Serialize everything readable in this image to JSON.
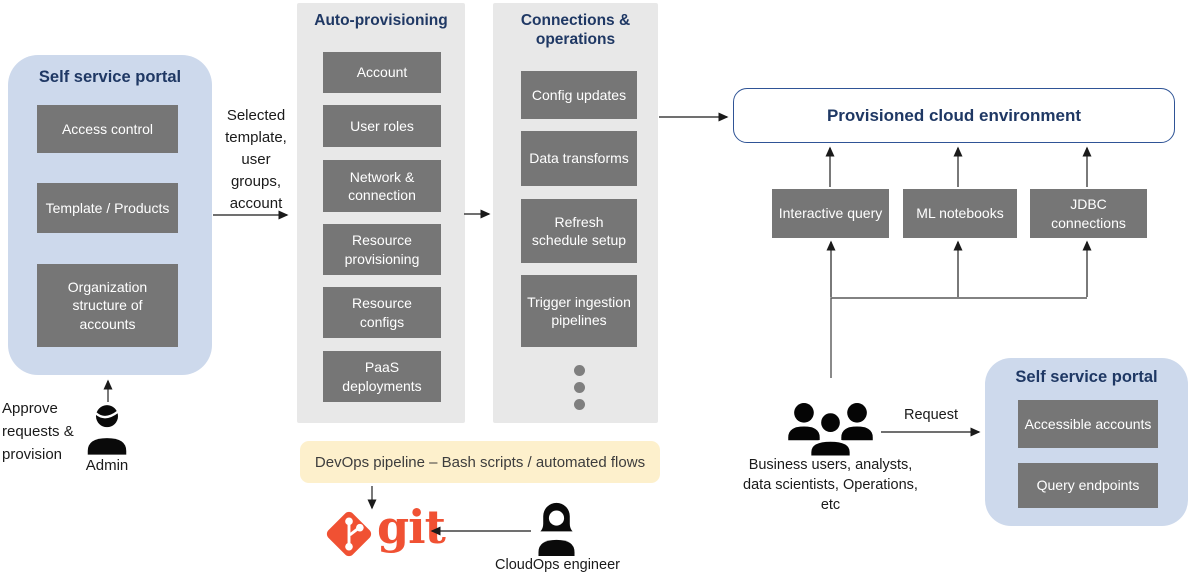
{
  "colors": {
    "navy": "#1f3864",
    "panel_blue": "#cdd9ec",
    "node_gray": "#767676",
    "column_gray": "#e8e8e8",
    "devops_yellow": "#fdf0cc",
    "git_orange": "#f05133",
    "cloud_border": "#2f5496",
    "wire": "#404040"
  },
  "portal_left": {
    "title": "Self service portal",
    "items": [
      "Access control",
      "Template / Products",
      "Organization structure of accounts"
    ]
  },
  "admin": {
    "action_label": "Approve requests & provision",
    "name": "Admin"
  },
  "selection_label": "Selected template, user groups, account",
  "auto_provisioning": {
    "title": "Auto-provisioning",
    "items": [
      "Account",
      "User roles",
      "Network & connection",
      "Resource provisioning",
      "Resource configs",
      "PaaS deployments"
    ]
  },
  "connections_operations": {
    "title": "Connections & operations",
    "items": [
      "Config updates",
      "Data transforms",
      "Refresh schedule setup",
      "Trigger ingestion pipelines"
    ]
  },
  "cloud": {
    "title": "Provisioned cloud environment",
    "access_nodes": [
      "Interactive query",
      "ML notebooks",
      "JDBC connections"
    ]
  },
  "users": {
    "label": "Business users, analysts, data scientists, Operations, etc",
    "request_label": "Request"
  },
  "portal_right": {
    "title": "Self service portal",
    "items": [
      "Accessible accounts",
      "Query endpoints"
    ]
  },
  "devops": {
    "label": "DevOps pipeline – Bash scripts / automated flows"
  },
  "git": {
    "wordmark": "git"
  },
  "engineer": {
    "name": "CloudOps engineer"
  }
}
